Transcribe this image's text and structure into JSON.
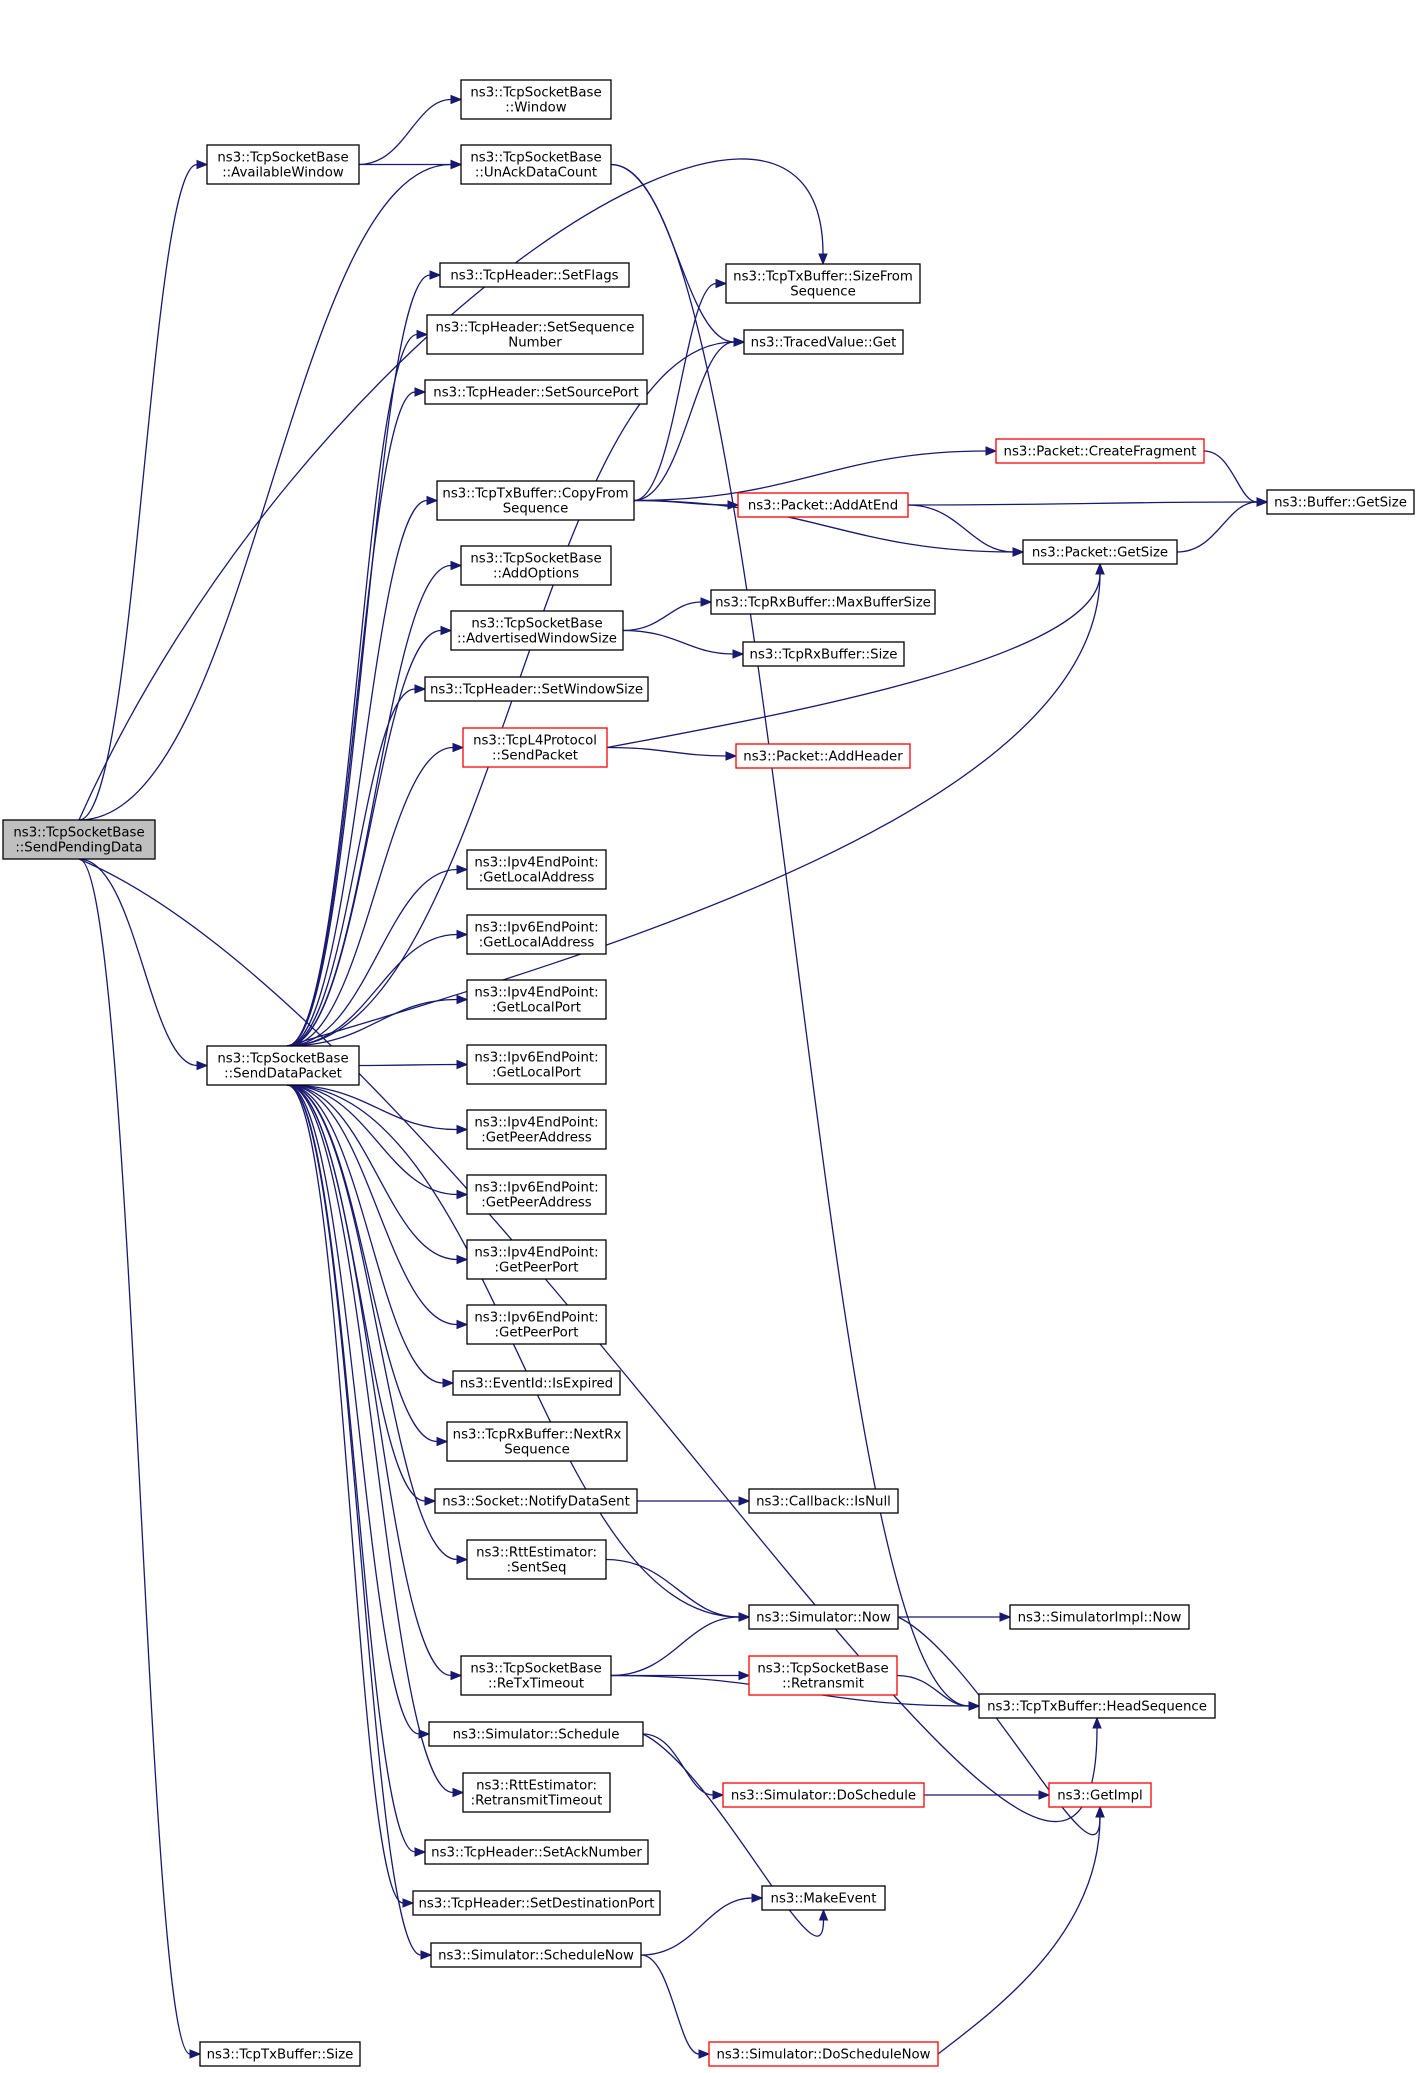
{
  "nodes": [
    {
      "id": "root",
      "lines": [
        "ns3::TcpSocketBase",
        "::SendPendingData"
      ],
      "style": "root"
    },
    {
      "id": "avail",
      "lines": [
        "ns3::TcpSocketBase",
        "::AvailableWindow"
      ]
    },
    {
      "id": "sdp",
      "lines": [
        "ns3::TcpSocketBase",
        "::SendDataPacket"
      ]
    },
    {
      "id": "txsize",
      "lines": [
        "ns3::TcpTxBuffer::Size"
      ]
    },
    {
      "id": "window",
      "lines": [
        "ns3::TcpSocketBase",
        "::Window"
      ]
    },
    {
      "id": "unack",
      "lines": [
        "ns3::TcpSocketBase",
        "::UnAckDataCount"
      ]
    },
    {
      "id": "setflags",
      "lines": [
        "ns3::TcpHeader::SetFlags"
      ]
    },
    {
      "id": "setseq",
      "lines": [
        "ns3::TcpHeader::SetSequence",
        "Number"
      ]
    },
    {
      "id": "setsrc",
      "lines": [
        "ns3::TcpHeader::SetSourcePort"
      ]
    },
    {
      "id": "copyfrom",
      "lines": [
        "ns3::TcpTxBuffer::CopyFrom",
        "Sequence"
      ]
    },
    {
      "id": "addopt",
      "lines": [
        "ns3::TcpSocketBase",
        "::AddOptions"
      ]
    },
    {
      "id": "advwin",
      "lines": [
        "ns3::TcpSocketBase",
        "::AdvertisedWindowSize"
      ]
    },
    {
      "id": "setwin",
      "lines": [
        "ns3::TcpHeader::SetWindowSize"
      ]
    },
    {
      "id": "l4send",
      "lines": [
        "ns3::TcpL4Protocol",
        "::SendPacket"
      ],
      "style": "red"
    },
    {
      "id": "v4la",
      "lines": [
        "ns3::Ipv4EndPoint:",
        ":GetLocalAddress"
      ]
    },
    {
      "id": "v6la",
      "lines": [
        "ns3::Ipv6EndPoint:",
        ":GetLocalAddress"
      ]
    },
    {
      "id": "v4lp",
      "lines": [
        "ns3::Ipv4EndPoint:",
        ":GetLocalPort"
      ]
    },
    {
      "id": "v6lp",
      "lines": [
        "ns3::Ipv6EndPoint:",
        ":GetLocalPort"
      ]
    },
    {
      "id": "v4pa",
      "lines": [
        "ns3::Ipv4EndPoint:",
        ":GetPeerAddress"
      ]
    },
    {
      "id": "v6pa",
      "lines": [
        "ns3::Ipv6EndPoint:",
        ":GetPeerAddress"
      ]
    },
    {
      "id": "v4pp",
      "lines": [
        "ns3::Ipv4EndPoint:",
        ":GetPeerPort"
      ]
    },
    {
      "id": "v6pp",
      "lines": [
        "ns3::Ipv6EndPoint:",
        ":GetPeerPort"
      ]
    },
    {
      "id": "expired",
      "lines": [
        "ns3::EventId::IsExpired"
      ]
    },
    {
      "id": "nextrx",
      "lines": [
        "ns3::TcpRxBuffer::NextRx",
        "Sequence"
      ]
    },
    {
      "id": "notify",
      "lines": [
        "ns3::Socket::NotifyDataSent"
      ]
    },
    {
      "id": "sentseq",
      "lines": [
        "ns3::RttEstimator:",
        ":SentSeq"
      ]
    },
    {
      "id": "retxto",
      "lines": [
        "ns3::TcpSocketBase",
        "::ReTxTimeout"
      ]
    },
    {
      "id": "sched",
      "lines": [
        "ns3::Simulator::Schedule"
      ]
    },
    {
      "id": "rtto",
      "lines": [
        "ns3::RttEstimator:",
        ":RetransmitTimeout"
      ]
    },
    {
      "id": "setack",
      "lines": [
        "ns3::TcpHeader::SetAckNumber"
      ]
    },
    {
      "id": "setdst",
      "lines": [
        "ns3::TcpHeader::SetDestinationPort"
      ]
    },
    {
      "id": "schednow",
      "lines": [
        "ns3::Simulator::ScheduleNow"
      ]
    },
    {
      "id": "sizefrom",
      "lines": [
        "ns3::TcpTxBuffer::SizeFrom",
        "Sequence"
      ]
    },
    {
      "id": "tvget",
      "lines": [
        "ns3::TracedValue::Get"
      ]
    },
    {
      "id": "addatend",
      "lines": [
        "ns3::Packet::AddAtEnd"
      ],
      "style": "red"
    },
    {
      "id": "maxbuf",
      "lines": [
        "ns3::TcpRxBuffer::MaxBufferSize"
      ]
    },
    {
      "id": "rxsize",
      "lines": [
        "ns3::TcpRxBuffer::Size"
      ]
    },
    {
      "id": "addhdr",
      "lines": [
        "ns3::Packet::AddHeader"
      ],
      "style": "red"
    },
    {
      "id": "isnull",
      "lines": [
        "ns3::Callback::IsNull"
      ]
    },
    {
      "id": "now",
      "lines": [
        "ns3::Simulator::Now"
      ]
    },
    {
      "id": "retrans",
      "lines": [
        "ns3::TcpSocketBase",
        "::Retransmit"
      ],
      "style": "red"
    },
    {
      "id": "dosched",
      "lines": [
        "ns3::Simulator::DoSchedule"
      ],
      "style": "red"
    },
    {
      "id": "mkevent",
      "lines": [
        "ns3::MakeEvent"
      ]
    },
    {
      "id": "doschednow",
      "lines": [
        "ns3::Simulator::DoScheduleNow"
      ],
      "style": "red"
    },
    {
      "id": "createfrag",
      "lines": [
        "ns3::Packet::CreateFragment"
      ],
      "style": "red"
    },
    {
      "id": "pktsize",
      "lines": [
        "ns3::Packet::GetSize"
      ]
    },
    {
      "id": "implnow",
      "lines": [
        "ns3::SimulatorImpl::Now"
      ]
    },
    {
      "id": "headseq",
      "lines": [
        "ns3::TcpTxBuffer::HeadSequence"
      ]
    },
    {
      "id": "getimpl",
      "lines": [
        "ns3::GetImpl"
      ],
      "style": "red"
    },
    {
      "id": "bufsize",
      "lines": [
        "ns3::Buffer::GetSize"
      ]
    }
  ],
  "edges": [
    [
      "root",
      "avail"
    ],
    [
      "root",
      "sdp"
    ],
    [
      "root",
      "txsize"
    ],
    [
      "root",
      "unack"
    ],
    [
      "root",
      "sizefrom"
    ],
    [
      "root",
      "headseq"
    ],
    [
      "avail",
      "window"
    ],
    [
      "avail",
      "unack"
    ],
    [
      "unack",
      "tvget"
    ],
    [
      "unack",
      "headseq"
    ],
    [
      "sdp",
      "setflags"
    ],
    [
      "sdp",
      "setseq"
    ],
    [
      "sdp",
      "setsrc"
    ],
    [
      "sdp",
      "copyfrom"
    ],
    [
      "sdp",
      "addopt"
    ],
    [
      "sdp",
      "advwin"
    ],
    [
      "sdp",
      "setwin"
    ],
    [
      "sdp",
      "l4send"
    ],
    [
      "sdp",
      "pktsize"
    ],
    [
      "sdp",
      "tvget"
    ],
    [
      "sdp",
      "v4la"
    ],
    [
      "sdp",
      "v6la"
    ],
    [
      "sdp",
      "v4lp"
    ],
    [
      "sdp",
      "v6lp"
    ],
    [
      "sdp",
      "v4pa"
    ],
    [
      "sdp",
      "v6pa"
    ],
    [
      "sdp",
      "v4pp"
    ],
    [
      "sdp",
      "v6pp"
    ],
    [
      "sdp",
      "expired"
    ],
    [
      "sdp",
      "nextrx"
    ],
    [
      "sdp",
      "notify"
    ],
    [
      "sdp",
      "sentseq"
    ],
    [
      "sdp",
      "now"
    ],
    [
      "sdp",
      "retxto"
    ],
    [
      "sdp",
      "sched"
    ],
    [
      "sdp",
      "rtto"
    ],
    [
      "sdp",
      "setack"
    ],
    [
      "sdp",
      "setdst"
    ],
    [
      "sdp",
      "schednow"
    ],
    [
      "copyfrom",
      "sizefrom"
    ],
    [
      "copyfrom",
      "tvget"
    ],
    [
      "copyfrom",
      "createfrag"
    ],
    [
      "copyfrom",
      "addatend"
    ],
    [
      "copyfrom",
      "pktsize"
    ],
    [
      "advwin",
      "maxbuf"
    ],
    [
      "advwin",
      "rxsize"
    ],
    [
      "l4send",
      "pktsize"
    ],
    [
      "l4send",
      "addhdr"
    ],
    [
      "notify",
      "isnull"
    ],
    [
      "sentseq",
      "now"
    ],
    [
      "retxto",
      "now"
    ],
    [
      "retxto",
      "retrans"
    ],
    [
      "retxto",
      "headseq"
    ],
    [
      "sched",
      "dosched"
    ],
    [
      "sched",
      "mkevent"
    ],
    [
      "schednow",
      "mkevent"
    ],
    [
      "schednow",
      "doschednow"
    ],
    [
      "now",
      "implnow"
    ],
    [
      "now",
      "getimpl"
    ],
    [
      "retrans",
      "headseq"
    ],
    [
      "dosched",
      "getimpl"
    ],
    [
      "doschednow",
      "getimpl"
    ],
    [
      "createfrag",
      "bufsize"
    ],
    [
      "addatend",
      "bufsize"
    ],
    [
      "addatend",
      "pktsize"
    ],
    [
      "pktsize",
      "bufsize"
    ]
  ]
}
